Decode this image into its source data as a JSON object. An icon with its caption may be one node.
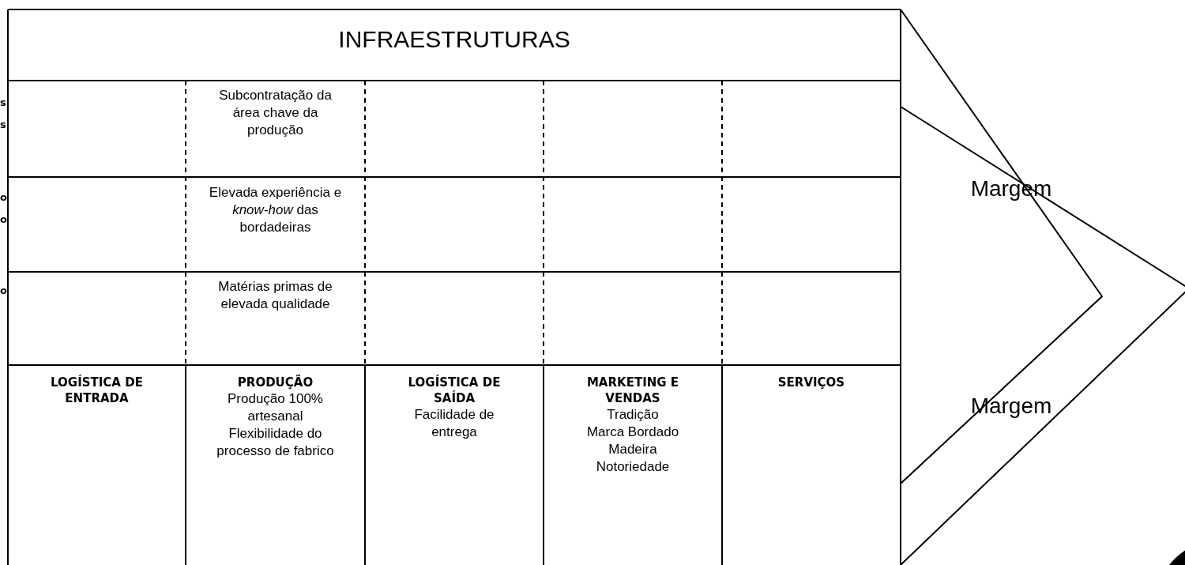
{
  "diagram": {
    "nodes": [
      {
        "text": [
          "INFRAESTRUTURAS"
        ]
      },
      {
        "text": [
          "Subcontratação da área chave da produção"
        ]
      },
      {
        "text": [
          "Elevada experiência e *know-how* das bordadeiras"
        ]
      },
      {
        "text": [
          "Matérias primas de elevada qualidade"
        ]
      },
      {
        "text": [
          "LOGÍSTICA DE ENTRADA"
        ]
      },
      {
        "text": [
          "PRODUÇÃO",
          "Produção 100% artesanal",
          "Flexibilidade do processo de fabrico"
        ]
      },
      {
        "text": [
          "LOGÍSTICA DE SAÍDA",
          "Facilidade de entrega"
        ]
      },
      {
        "text": [
          "MARKETING E VENDAS",
          "Tradição",
          "Marca Bordado Madeira",
          "Notoriedade"
        ]
      },
      {
        "text": [
          "SERVIÇOS"
        ]
      },
      {
        "text": [
          "Margem"
        ]
      },
      {
        "text": [
          "Margem"
        ]
      }
    ],
    "edges": [],
    "labels": [
      "s",
      "s",
      "o",
      "o",
      "o"
    ]
  }
}
